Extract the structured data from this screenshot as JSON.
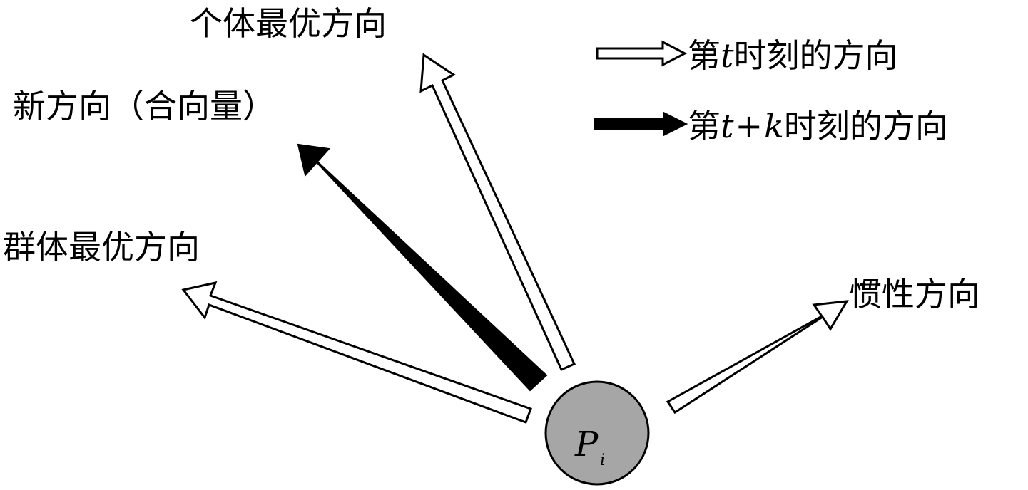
{
  "labels": {
    "personal_best": "个体最优方向",
    "new_direction": "新方向（合向量）",
    "group_best": "群体最优方向",
    "inertia": "惯性方向"
  },
  "particle": {
    "symbol": "P",
    "subscript": "i",
    "fill_color": "#a6a6a6"
  },
  "legend": {
    "item_t": {
      "prefix": "第",
      "variable": "t",
      "suffix": "时刻的方向",
      "style": "hollow-arrow"
    },
    "item_tk": {
      "prefix": "第",
      "variable": "t",
      "operator": "+",
      "variable2": "k",
      "suffix": "时刻的方向",
      "style": "solid-arrow"
    }
  },
  "colors": {
    "stroke": "#000000",
    "hollow_fill": "#ffffff",
    "solid_fill": "#000000"
  }
}
